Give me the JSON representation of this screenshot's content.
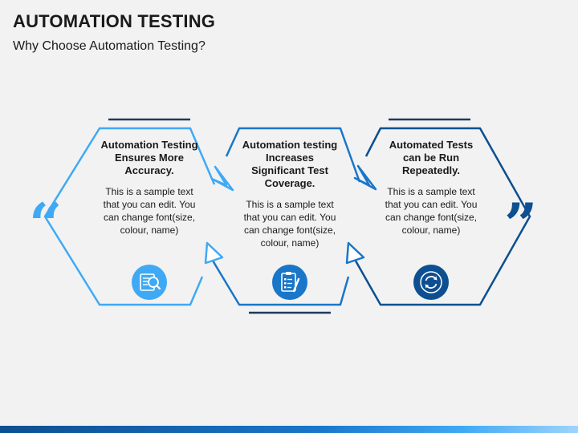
{
  "header": {
    "title": "AUTOMATION TESTING",
    "subtitle": "Why Choose Automation Testing?"
  },
  "colors": {
    "step1": "#3fa9f5",
    "step2": "#1976c9",
    "step3": "#0d4f91",
    "accent_dark": "#1f3a5f"
  },
  "quote_marks": {
    "open": "“",
    "close": "”"
  },
  "steps": [
    {
      "heading": "Automation Testing Ensures More Accuracy.",
      "body": "This is a sample text that you can edit. You can change font(size, colour, name)",
      "icon": "checklist-magnifier-icon"
    },
    {
      "heading": "Automation testing Increases Significant Test Coverage.",
      "body": "This is a sample text that you can edit. You can change font(size, colour, name)",
      "icon": "clipboard-pen-icon"
    },
    {
      "heading": "Automated Tests can be Run Repeatedly.",
      "body": "This is a sample text that you can edit. You can change font(size, colour, name)",
      "icon": "repeat-cycle-icon"
    }
  ]
}
